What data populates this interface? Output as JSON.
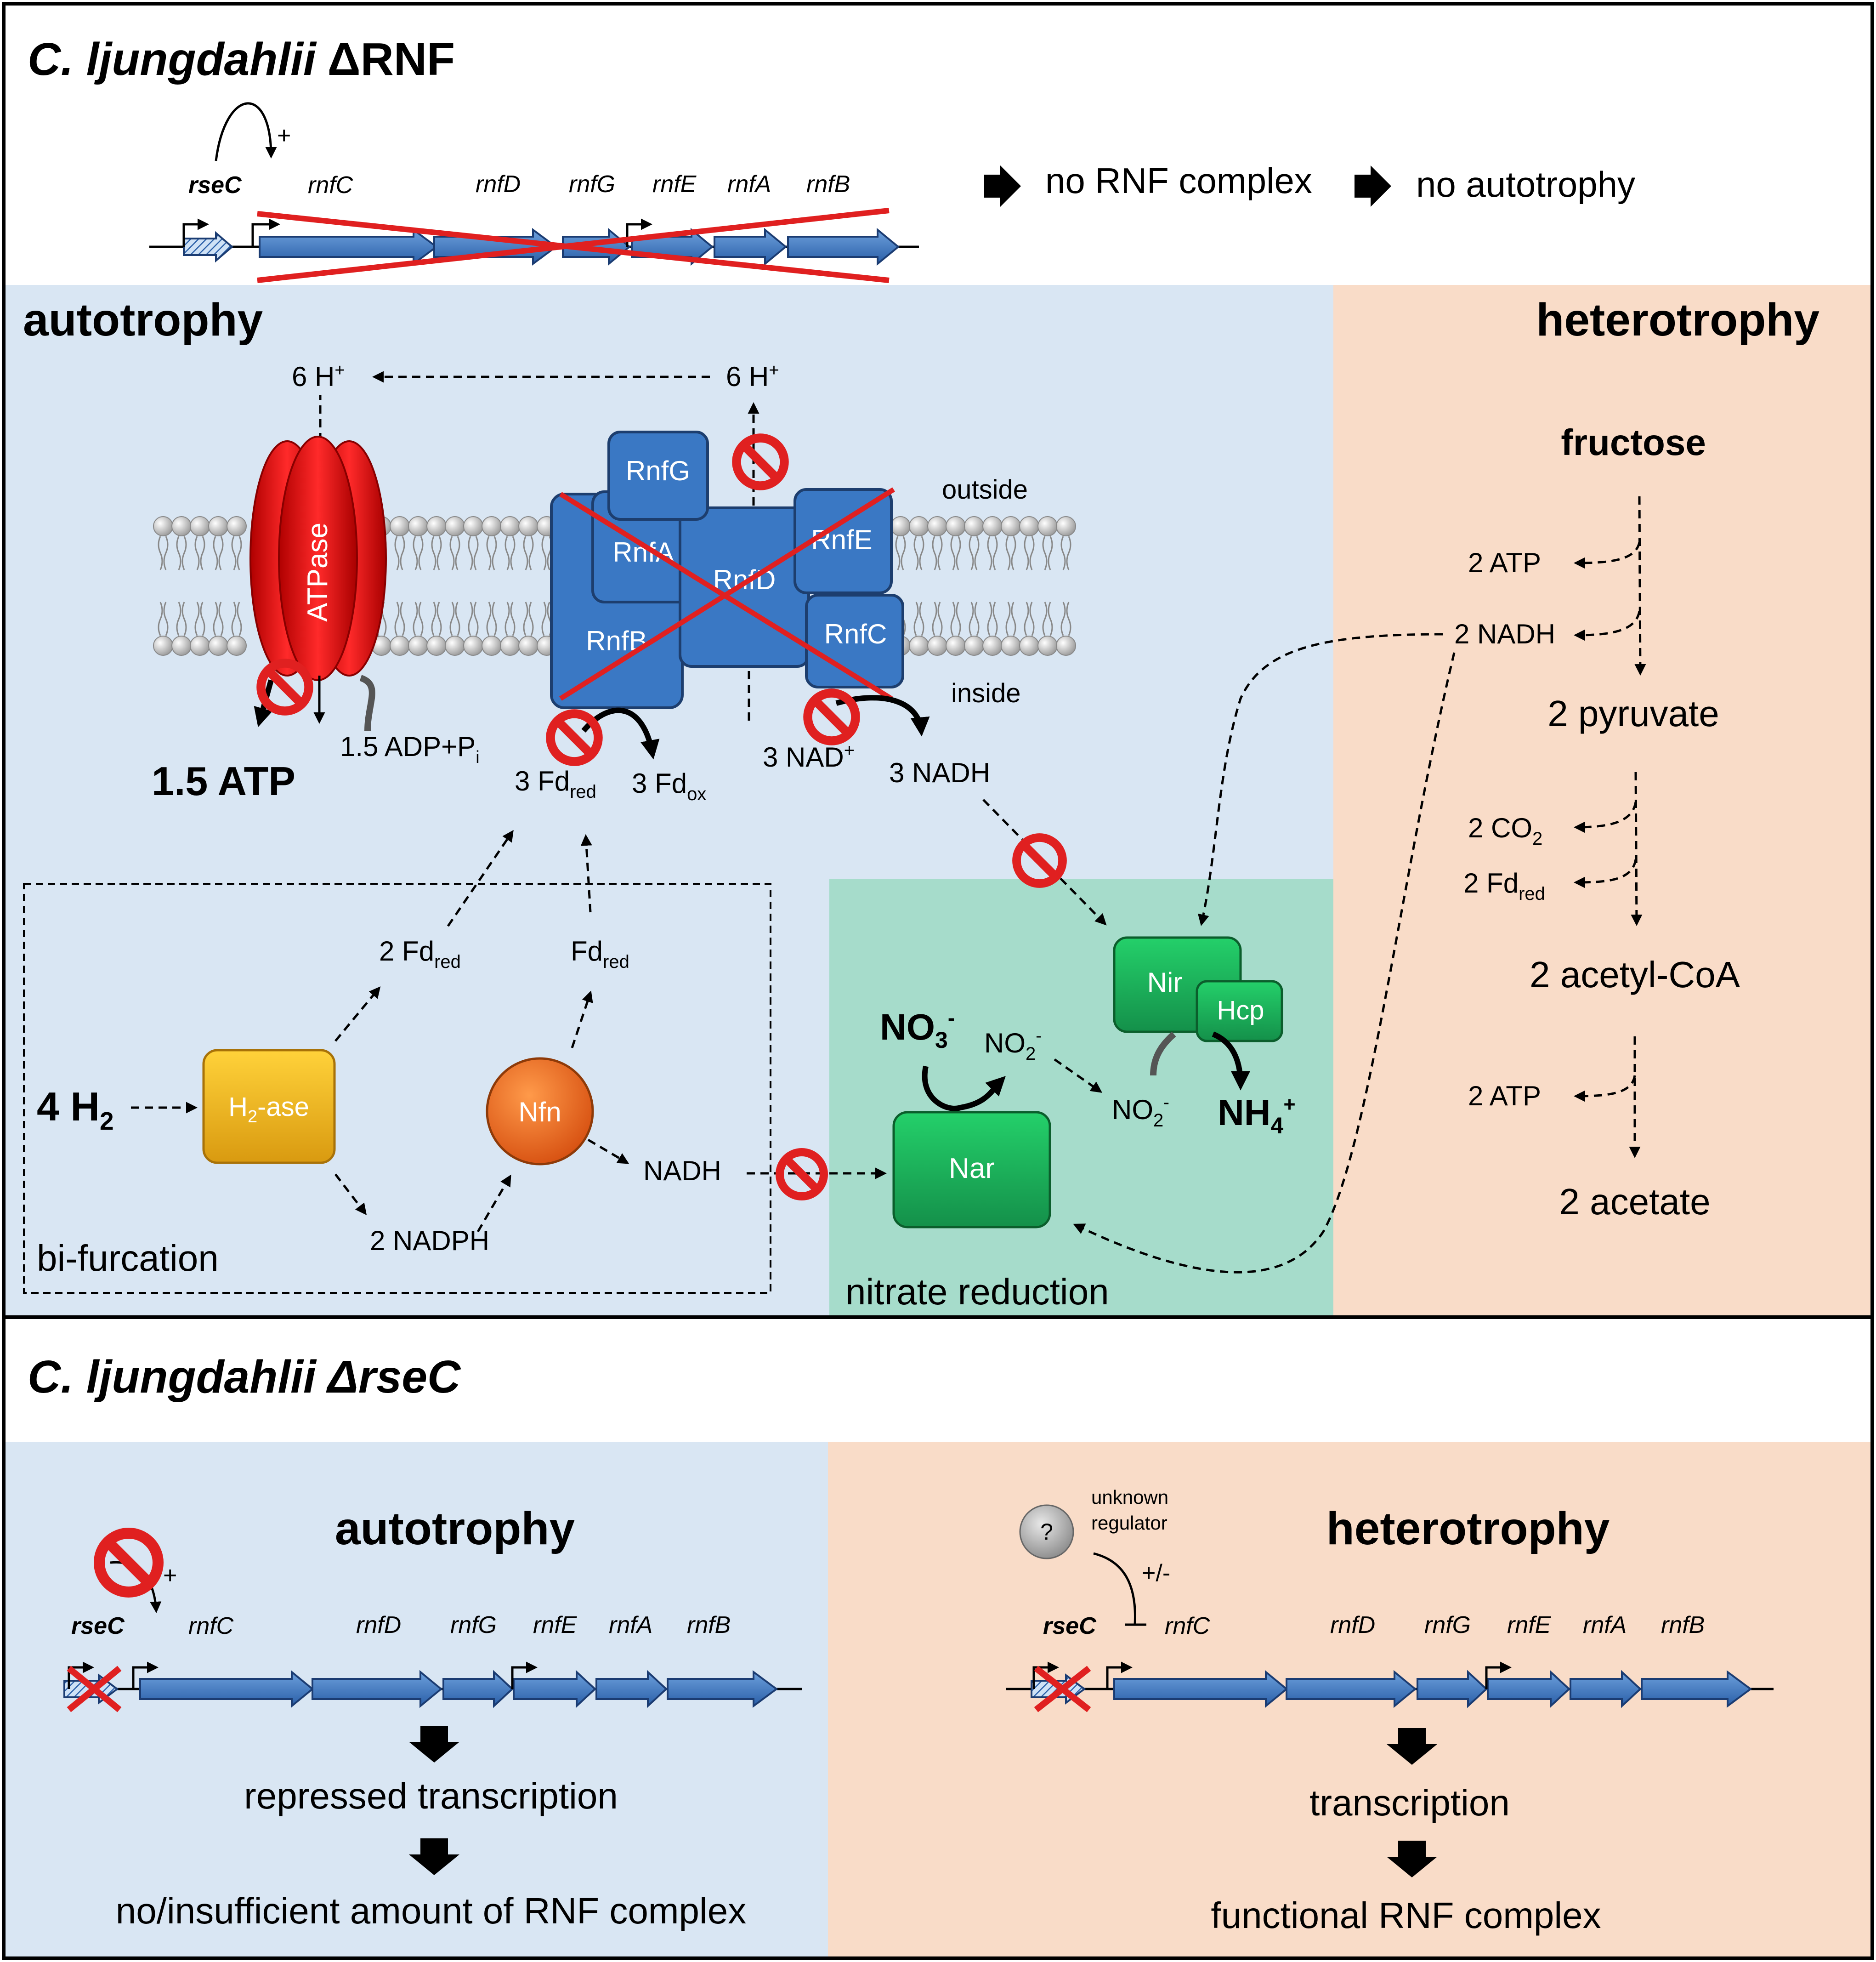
{
  "header1": {
    "organism": "C. ljungdahlii",
    "mutation": "ΔRNF"
  },
  "header2": {
    "organism": "C. ljungdahlii",
    "mutation": "ΔrseC"
  },
  "genes": {
    "rseC": "rseC",
    "rnfC": "rnfC",
    "rnfD": "rnfD",
    "rnfG": "rnfG",
    "rnfE": "rnfE",
    "rnfA": "rnfA",
    "rnfB": "rnfB",
    "plus": "+"
  },
  "consequence": {
    "c1": "no RNF complex",
    "c2": "no autotrophy"
  },
  "autotrophy": {
    "title": "autotrophy",
    "h_left": "6 H",
    "h_right": "6 H",
    "h_sup": "+",
    "outside": "outside",
    "inside": "inside",
    "atpase": "ATPase",
    "atp_out": "1.5 ATP",
    "adp": "1.5 ADP+P",
    "adp_sub": "i",
    "fd_red_main": "3 Fd",
    "fd_ox_main": "3 Fd",
    "sub_red": "red",
    "sub_ox": "ox",
    "nad": "3 NAD",
    "nad_sup": "+",
    "nadh_main": "3 NADH",
    "rnf": {
      "g": "RnfG",
      "a": "RnfA",
      "d": "RnfD",
      "e": "RnfE",
      "b": "RnfB",
      "c": "RnfC"
    }
  },
  "bifurcation": {
    "label": "bi-furcation",
    "h2": "4 H",
    "h2_sub": "2",
    "hase": "H",
    "hase_sub": "2",
    "hase_suffix": "-ase",
    "fd2": "2 Fd",
    "fd1": "Fd",
    "nadph": "2 NADPH",
    "nfn": "Nfn",
    "nadh": "NADH"
  },
  "nitrate": {
    "label": "nitrate reduction",
    "no3": "NO",
    "no3_sub": "3",
    "no3_sup": "-",
    "no2": "NO",
    "no2_sub": "2",
    "no2_sup": "-",
    "nh4": "NH",
    "nh4_sub": "4",
    "nh4_sup": "+",
    "nar": "Nar",
    "nir": "Nir",
    "hcp": "Hcp"
  },
  "heterotrophy": {
    "title": "heterotrophy",
    "fructose": "fructose",
    "atp1": "2 ATP",
    "nadh": "2 NADH",
    "pyruvate": "2 pyruvate",
    "co2": "2 CO",
    "co2_sub": "2",
    "fd": "2 Fd",
    "fd_sub": "red",
    "acetylcoa": "2 acetyl-CoA",
    "atp2": "2 ATP",
    "acetate": "2 acetate"
  },
  "lower_auto": {
    "title": "autotrophy",
    "result1": "repressed transcription",
    "result2": "no/insufficient amount of RNF complex"
  },
  "lower_hetero": {
    "title": "heterotrophy",
    "unknown": "?",
    "unknown_label1": "unknown",
    "unknown_label2": "regulator",
    "reg": "+/-",
    "result1": "transcription",
    "result2": "functional RNF complex"
  },
  "colors": {
    "blue_panel": "#d9e6f3",
    "peach_panel": "#f9dcc8",
    "green_panel": "#a6dccb",
    "rnf_blue": "#3a78c4",
    "atpase_red": "#e01b1b",
    "nar_green": "#1db653",
    "hase_yellow": "#f2b824",
    "nfn_orange": "#e8641a",
    "cross_red": "#e02020"
  }
}
